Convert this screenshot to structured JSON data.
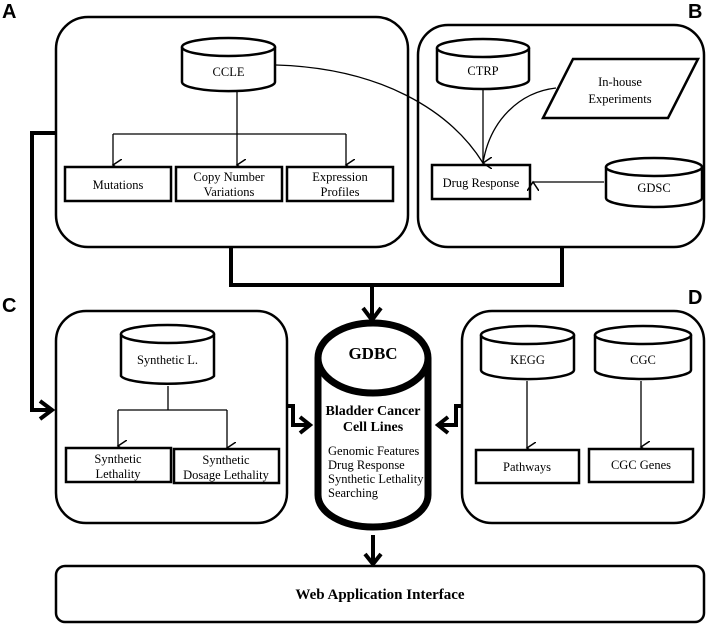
{
  "figure": {
    "panels": {
      "A": {
        "letter": "A",
        "source": "CCLE",
        "outputs": [
          {
            "line1": "Mutations",
            "line2": ""
          },
          {
            "line1": "Copy Number",
            "line2": "Variations"
          },
          {
            "line1": "Expression",
            "line2": "Profiles"
          }
        ]
      },
      "B": {
        "letter": "B",
        "sources": [
          "CTRP",
          "GDSC"
        ],
        "experiment": {
          "line1": "In-house",
          "line2": "Experiments"
        },
        "output": "Drug Response"
      },
      "C": {
        "letter": "C",
        "source": "Synthetic L.",
        "outputs": [
          {
            "line1": "Synthetic",
            "line2": "Lethality"
          },
          {
            "line1": "Synthetic",
            "line2": "Dosage Lethality"
          }
        ]
      },
      "D": {
        "letter": "D",
        "sources": [
          "KEGG",
          "CGC"
        ],
        "outputs": [
          "Pathways",
          "CGC Genes"
        ]
      }
    },
    "central_db": {
      "name": "GDBC",
      "subtitle_line1": "Bladder Cancer",
      "subtitle_line2": "Cell Lines",
      "features": [
        "Genomic Features",
        "Drug Response",
        "Synthetic Lethality",
        "Searching"
      ]
    },
    "web_interface": "Web Application Interface"
  }
}
